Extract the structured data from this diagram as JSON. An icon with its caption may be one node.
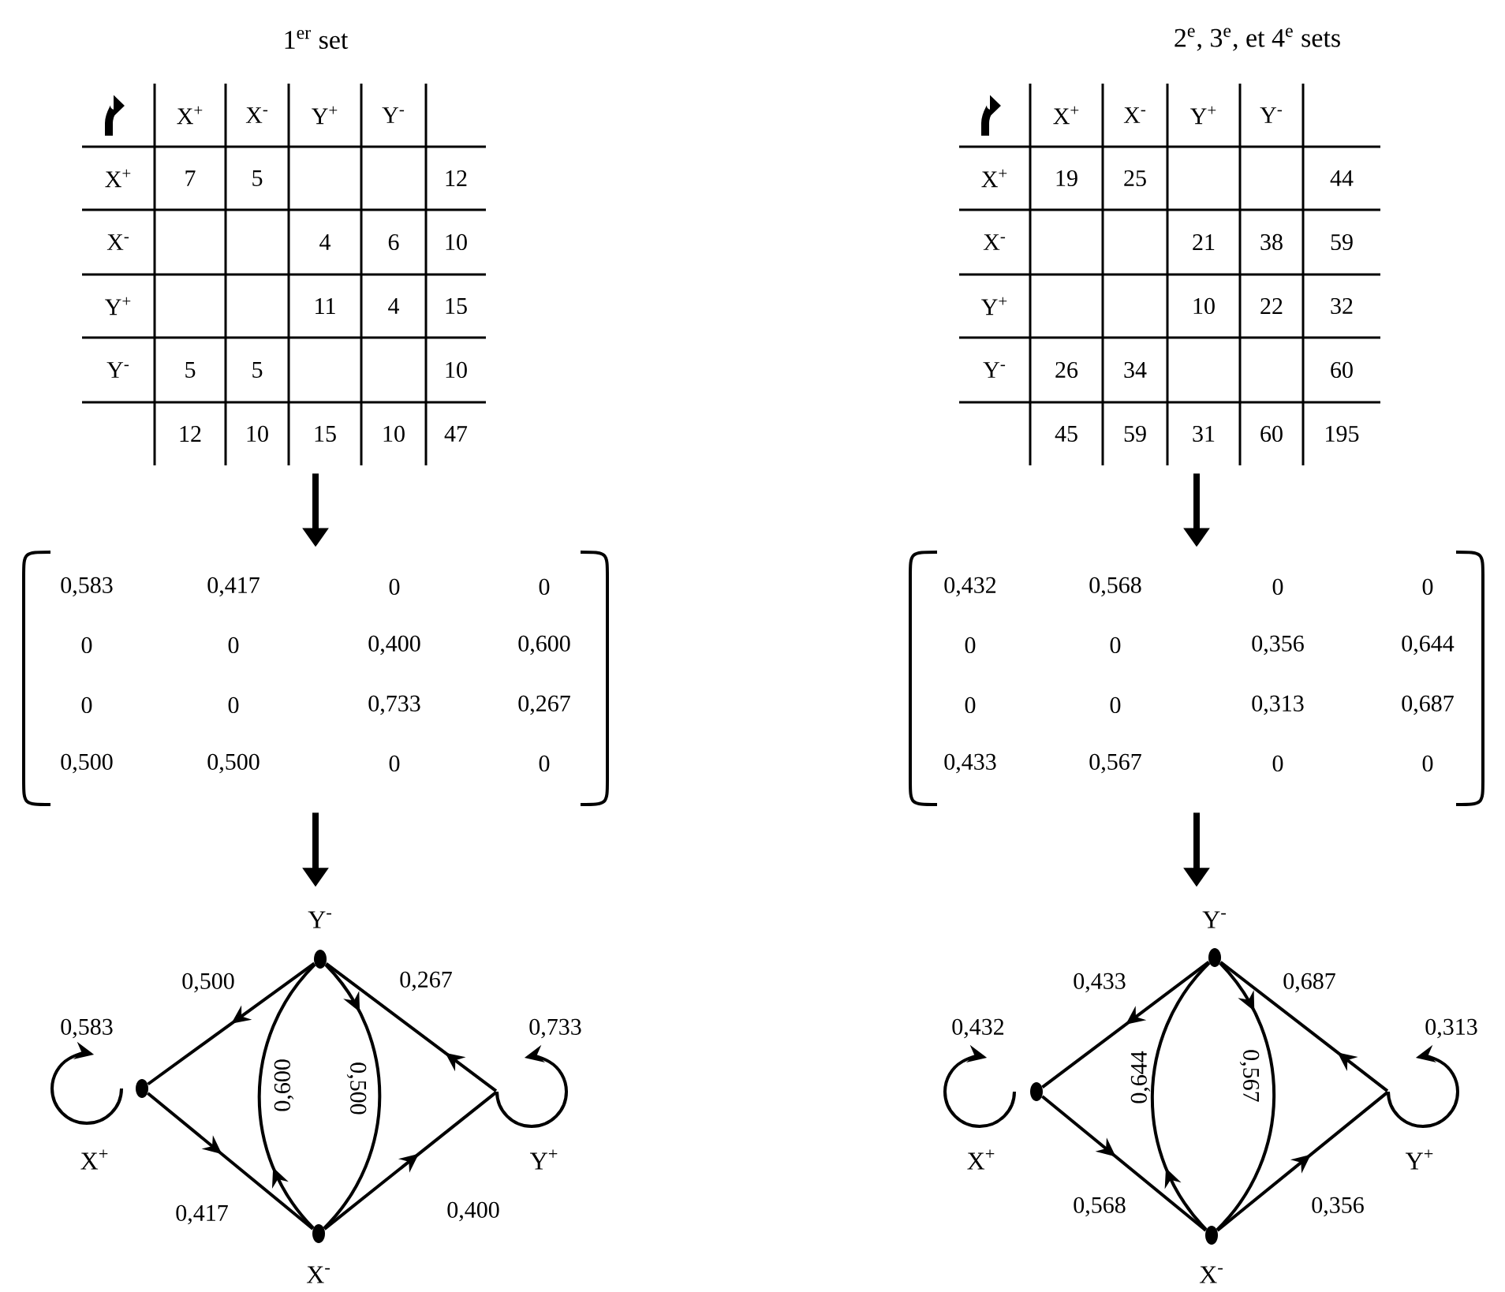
{
  "diagram": {
    "nodes": [
      {
        "text": [
          "1$^{er}$ set",
          "X$^{+}$",
          "X$^{-}$",
          "Y$^{+}$",
          "Y$^{-}$",
          "X$^{+}$",
          "7",
          "5",
          "12",
          "X$^{-}$",
          "4",
          "6",
          "10",
          "Y$^{+}$",
          "11",
          "4",
          "15",
          "Y$^{-}$",
          "5",
          "5",
          "10",
          "12",
          "10",
          "15",
          "10",
          "47"
        ]
      },
      {
        "text": [
          "0,583",
          "0,417",
          "0",
          "0",
          "0",
          "0",
          "0,400",
          "0,600",
          "0",
          "0",
          "0,733",
          "0,267",
          "0,500",
          "0,500",
          "0",
          "0"
        ]
      },
      {
        "text": [
          "Y$^{-}$"
        ]
      },
      {
        "text": [
          "X$^{+}$"
        ]
      },
      {
        "text": [
          "X$^{-}$"
        ]
      },
      {
        "text": [
          "Y$^{+}$"
        ]
      },
      {
        "text": [
          "2$^{e}$, 3$^{e}$, et 4$^{e}$ sets",
          "X$^{+}$",
          "X$^{-}$",
          "Y$^{+}$",
          "Y$^{-}$",
          "X$^{+}$",
          "19",
          "25",
          "44",
          "X$^{-}$",
          "21",
          "38",
          "59",
          "Y$^{+}$",
          "10",
          "22",
          "32",
          "Y$^{-}$",
          "26",
          "34",
          "60",
          "45",
          "59",
          "31",
          "60",
          "195"
        ]
      },
      {
        "text": [
          "0,432",
          "0,568",
          "0",
          "0",
          "0",
          "0",
          "0,356",
          "0,644",
          "0",
          "0",
          "0,313",
          "0,687",
          "0,433",
          "0,567",
          "0",
          "0"
        ]
      },
      {
        "text": [
          "Y$^{-}$"
        ]
      },
      {
        "text": [
          "X$^{+}$"
        ]
      },
      {
        "text": [
          "X$^{-}$"
        ]
      },
      {
        "text": [
          "Y$^{+}$"
        ]
      }
    ],
    "edges": [
      {
        "from": 0,
        "to": 1,
        "arrow": "to",
        "style": "thick"
      },
      {
        "from": 1,
        "to": null,
        "arrow": "to",
        "style": "thick"
      },
      {
        "from": 2,
        "to": 3,
        "arrow": "to",
        "label": "0,500"
      },
      {
        "from": 2,
        "to": 4,
        "arrow": "to",
        "label": "0,500"
      },
      {
        "from": 5,
        "to": 2,
        "arrow": "to",
        "label": "0,267"
      },
      {
        "from": 3,
        "to": 3,
        "arrow": "to",
        "label": "0,583"
      },
      {
        "from": 5,
        "to": 5,
        "arrow": "to",
        "label": "0,733"
      },
      {
        "from": 3,
        "to": 4,
        "arrow": "to",
        "label": "0,417"
      },
      {
        "from": 4,
        "to": 2,
        "arrow": "to",
        "label": "0,600"
      },
      {
        "from": 4,
        "to": 5,
        "arrow": "to",
        "label": "0,400"
      },
      {
        "from": 6,
        "to": 7,
        "arrow": "to",
        "style": "thick"
      },
      {
        "from": 7,
        "to": null,
        "arrow": "to",
        "style": "thick"
      },
      {
        "from": 8,
        "to": 9,
        "arrow": "to",
        "label": "0,433"
      },
      {
        "from": 8,
        "to": 10,
        "arrow": "to",
        "label": "0,567"
      },
      {
        "from": 11,
        "to": 8,
        "arrow": "to",
        "label": "0,687"
      },
      {
        "from": 9,
        "to": 9,
        "arrow": "to",
        "label": "0,432"
      },
      {
        "from": 11,
        "to": 11,
        "arrow": "to",
        "label": "0,313"
      },
      {
        "from": 9,
        "to": 10,
        "arrow": "to",
        "label": "0,568"
      },
      {
        "from": 10,
        "to": 8,
        "arrow": "to",
        "label": "0,644"
      },
      {
        "from": 10,
        "to": 11,
        "arrow": "to",
        "label": "0,356"
      }
    ]
  }
}
